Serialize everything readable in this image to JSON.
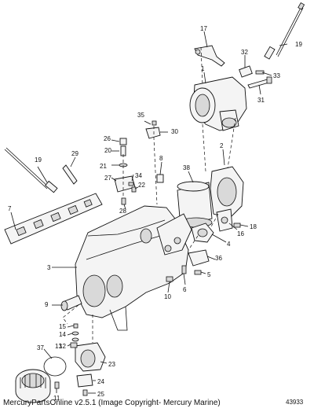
{
  "diagram": {
    "callouts": {
      "c1": "1",
      "c2": "2",
      "c3": "3",
      "c4": "4",
      "c5": "5",
      "c6": "6",
      "c7": "7",
      "c8": "8",
      "c9": "9",
      "c10": "10",
      "c11": "11",
      "c12": "12",
      "c13": "13",
      "c14": "14",
      "c15": "15",
      "c16": "16",
      "c17": "17",
      "c18": "18",
      "c19a": "19",
      "c19b": "19",
      "c20": "20",
      "c21": "21",
      "c22": "22",
      "c23": "23",
      "c24": "24",
      "c25": "25",
      "c26": "26",
      "c27": "27",
      "c28": "28",
      "c29": "29",
      "c30": "30",
      "c31": "31",
      "c32": "32",
      "c33": "33",
      "c34": "34",
      "c35": "35",
      "c36": "36",
      "c37": "37",
      "c38": "38"
    },
    "diagram_id": "43933"
  },
  "footer": {
    "copyright": "MercuryPartsOnline v2.5.1 (Image Copyright- Mercury Marine)"
  }
}
